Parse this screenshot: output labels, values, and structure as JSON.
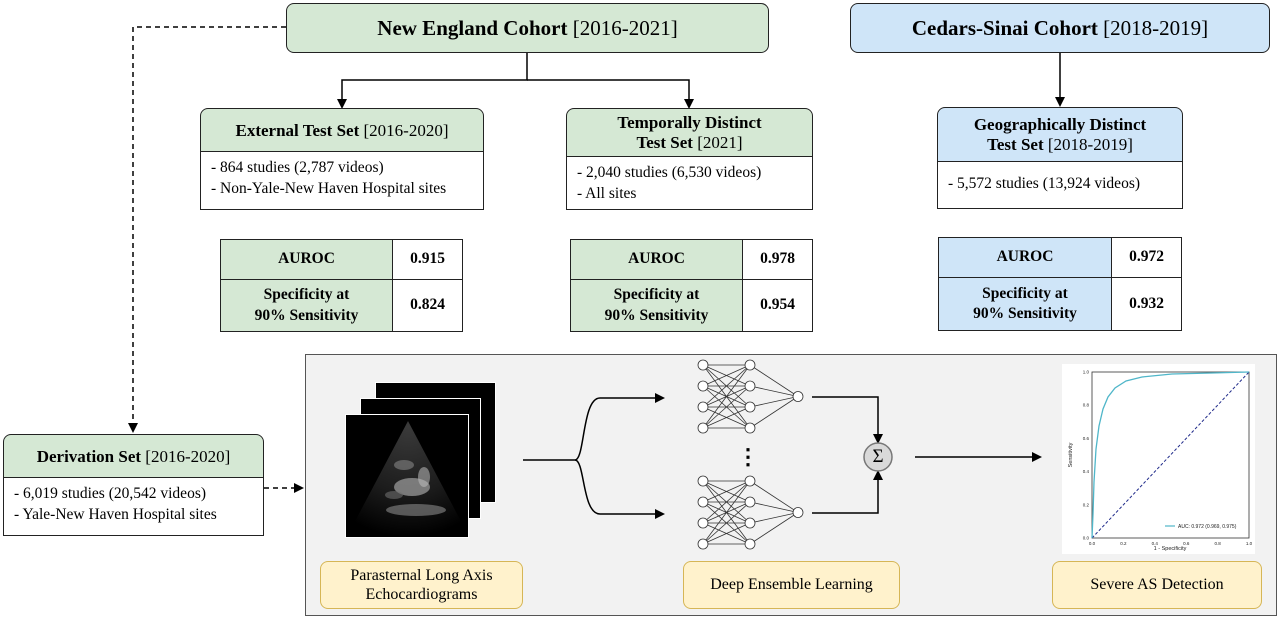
{
  "cohorts": {
    "new_england": {
      "title": "New England Cohort",
      "years": "[2016-2021]"
    },
    "cedars_sinai": {
      "title": "Cedars-Sinai Cohort",
      "years": "[2018-2019]"
    }
  },
  "test_sets": {
    "external": {
      "title": "External Test Set",
      "years": "[2016-2020]",
      "lines": [
        "- 864 studies (2,787 videos)",
        "- Non-Yale-New Haven Hospital sites"
      ],
      "metrics": {
        "auroc_label": "AUROC",
        "auroc": "0.915",
        "spec_label_1": "Specificity at",
        "spec_label_2": "90% Sensitivity",
        "spec": "0.824"
      }
    },
    "temporal": {
      "title_1": "Temporally Distinct",
      "title_2": "Test Set",
      "years": "[2021]",
      "lines": [
        "- 2,040 studies (6,530 videos)",
        "- All sites"
      ],
      "metrics": {
        "auroc_label": "AUROC",
        "auroc": "0.978",
        "spec_label_1": "Specificity at",
        "spec_label_2": "90% Sensitivity",
        "spec": "0.954"
      }
    },
    "geographic": {
      "title_1": "Geographically Distinct",
      "title_2": "Test Set",
      "years": "[2018-2019]",
      "lines": [
        "- 5,572 studies (13,924 videos)"
      ],
      "metrics": {
        "auroc_label": "AUROC",
        "auroc": "0.972",
        "spec_label_1": "Specificity at",
        "spec_label_2": "90% Sensitivity",
        "spec": "0.932"
      }
    }
  },
  "derivation": {
    "title": "Derivation Set",
    "years": "[2016-2020]",
    "lines": [
      "- 6,019 studies (20,542 videos)",
      "- Yale-New Haven Hospital sites"
    ]
  },
  "pipeline": {
    "input_label_1": "Parasternal Long Axis",
    "input_label_2": "Echocardiograms",
    "model_label": "Deep Ensemble Learning",
    "output_label": "Severe AS Detection",
    "sum_symbol": "Σ",
    "ellipsis": "⋮"
  },
  "roc": {
    "xlabel": "1 - Specificity",
    "ylabel": "Sensitivity",
    "legend": "AUC: 0.972 (0.969, 0.975)",
    "ticks": [
      "0.0",
      "0.2",
      "0.4",
      "0.6",
      "0.8",
      "1.0"
    ],
    "curve_color": "#4fb6c9",
    "diag_color": "#1f2a8a"
  },
  "colors": {
    "green": "#d5e8d4",
    "blue": "#cfe5f8",
    "yellow": "#fff2cc",
    "panel": "#f2f2f2"
  }
}
